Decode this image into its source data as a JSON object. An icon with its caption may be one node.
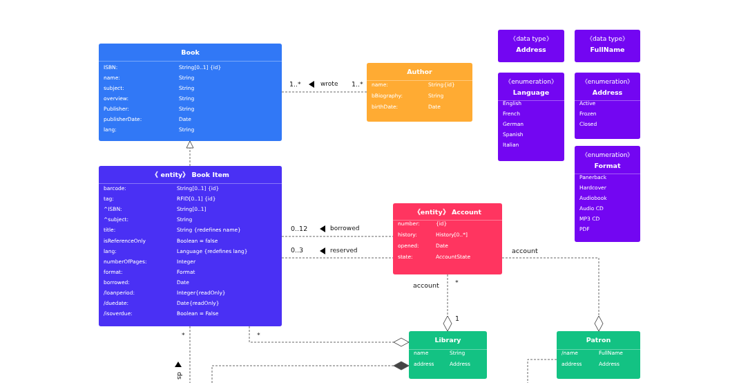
{
  "diagram": {
    "nodes": [
      {
        "text": [
          "Book",
          "ISBN:",
          "String[0..1] {id}",
          "name:",
          "String",
          "subject:",
          "String",
          "overview:",
          "String",
          "Publisher:",
          "String",
          "publisherDate:",
          "Date",
          "lang:",
          "String"
        ]
      },
      {
        "text": [
          "Author",
          "name:",
          "String{id}",
          "bBiography:",
          "String",
          "birthDate:",
          "Date"
        ]
      },
      {
        "text": [
          "《 entity》 Book Item",
          "barcode:",
          "String[0..1] {id}",
          "tag:",
          "RFID[0..1] {id}",
          "^ISBN:",
          "String[0..1]",
          "^subject:",
          "String",
          "title:",
          "String {redefines name}",
          "isReferenceOnly",
          "Boolean = false",
          "lang:",
          "Language {redefines lang}",
          "numberOfPages:",
          "Integer",
          "format:",
          "Format",
          "borrowed:",
          "Date",
          "/loanperiod:",
          "Integer{readOnly}",
          "/duedate:",
          "Date{readOnly}",
          "/isoverdue:",
          "Boolean = False"
        ]
      },
      {
        "text": [
          "《entity》 Account",
          "number:",
          "{id}",
          "history:",
          "History[0..*]",
          "opened:",
          "Date",
          "state:",
          "AccountState"
        ]
      },
      {
        "text": [
          "Library",
          "name",
          "String",
          "address",
          "Address"
        ]
      },
      {
        "text": [
          "Patron",
          "/name",
          "FullName",
          "address",
          "Address"
        ]
      },
      {
        "text": [
          "《data type》",
          "Address"
        ]
      },
      {
        "text": [
          "《data type》",
          "FullName"
        ]
      },
      {
        "text": [
          "《enumeration》",
          "Language",
          "English",
          "French",
          "German",
          "Spanish",
          "Italian"
        ]
      },
      {
        "text": [
          "《enumeration》",
          "Address",
          "Active",
          "Frozen",
          "Closed"
        ]
      },
      {
        "text": [
          "《enumeration》",
          "Format",
          "Panerback",
          "Hardcover",
          "Audiobook",
          "Audio CD",
          "MP3 CD",
          "PDF"
        ]
      }
    ],
    "edges": [
      {
        "from": 0,
        "to": 1,
        "arrow": "none",
        "label": "wrote"
      },
      {
        "from": 2,
        "to": 0,
        "arrow": "to"
      },
      {
        "from": 2,
        "to": 3,
        "arrow": "none",
        "label": "borrowed"
      },
      {
        "from": 2,
        "to": 3,
        "arrow": "none",
        "label": "reserved"
      },
      {
        "from": 3,
        "to": 5,
        "arrow": "other"
      },
      {
        "from": 3,
        "to": 4,
        "arrow": "other"
      },
      {
        "from": 2,
        "to": 4,
        "arrow": "other"
      },
      {
        "from": null,
        "to": 4,
        "arrow": "other"
      },
      {
        "from": 5,
        "to": null,
        "arrow": "none"
      },
      {
        "from": 2,
        "to": null,
        "arrow": "none"
      }
    ],
    "labels": [
      "1..*",
      "1..*",
      "0..12",
      "0..3",
      "account",
      "account",
      "*",
      "1",
      "*",
      "*",
      "ds"
    ]
  }
}
